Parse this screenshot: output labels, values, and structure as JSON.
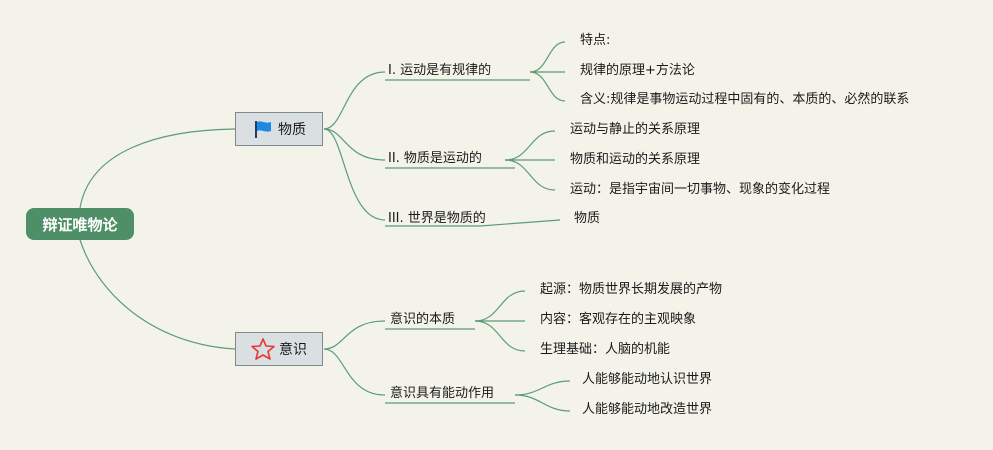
{
  "root": {
    "label": "辩证唯物论"
  },
  "branches": [
    {
      "label": "物质",
      "icon": "blue-flag-icon",
      "color": "#1e88e5",
      "children": [
        {
          "label": "I. 运动是有规律的",
          "children": [
            "特点:",
            "规律的原理+方法论",
            "含义:规律是事物运动过程中固有的、本质的、必然的联系"
          ]
        },
        {
          "label": "II. 物质是运动的",
          "children": [
            "运动与静止的关系原理",
            "物质和运动的关系原理",
            "运动：是指宇宙间一切事物、现象的变化过程"
          ]
        },
        {
          "label": "III. 世界是物质的",
          "children": [
            "物质"
          ]
        }
      ]
    },
    {
      "label": "意识",
      "icon": "red-star-outline-icon",
      "color": "#e53935",
      "children": [
        {
          "label": "意识的本质",
          "children": [
            "起源：物质世界长期发展的产物",
            "内容：客观存在的主观映象",
            "生理基础：人脑的机能"
          ]
        },
        {
          "label": "意识具有能动作用",
          "children": [
            "人能够能动地认识世界",
            "人能够能动地改造世界"
          ]
        }
      ]
    }
  ],
  "edge_color": "#5b9c78"
}
